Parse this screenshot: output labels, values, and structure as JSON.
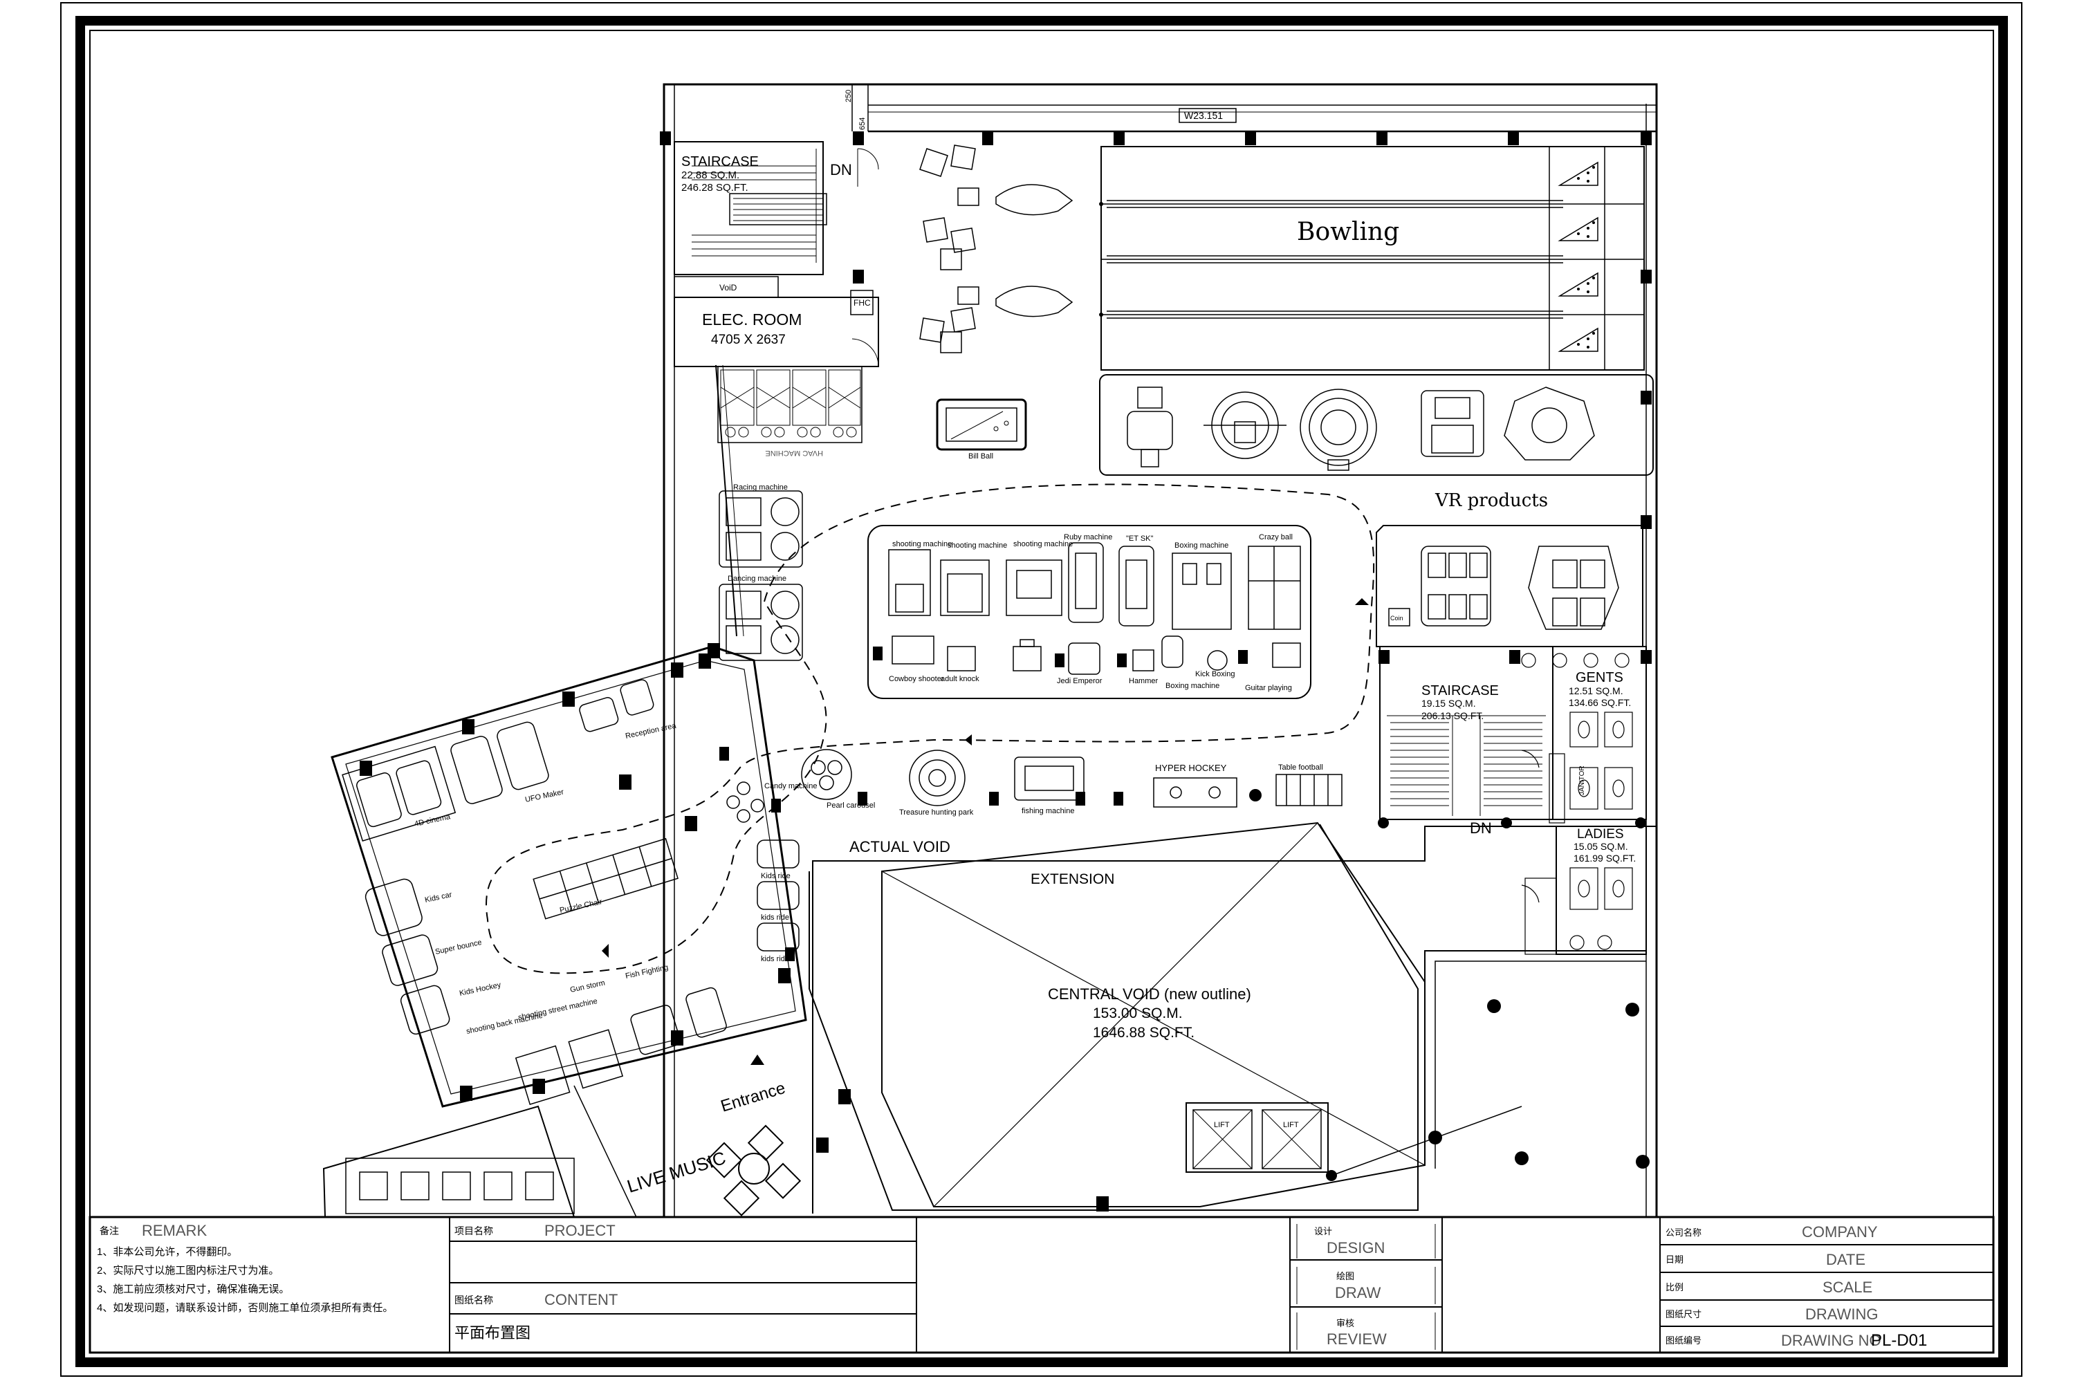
{
  "rooms": {
    "staircase_top": {
      "name": "STAIRCASE",
      "area_m": "22.88 SQ.M.",
      "area_ft": "246.28 SQ.FT.",
      "dn": "DN"
    },
    "void_small": "VoiD",
    "fhc": "FHC",
    "elec_room": {
      "name": "ELEC. ROOM",
      "size": "4705 X 2637"
    },
    "bowling": "Bowling",
    "vr_products": "VR products",
    "staircase_mid": {
      "name": "STAIRCASE",
      "area_m": "19.15 SQ.M.",
      "area_ft": "206.13 SQ.FT.",
      "dn": "DN"
    },
    "gents": {
      "name": "GENTS",
      "area_m": "12.51 SQ.M.",
      "area_ft": "134.66 SQ.FT."
    },
    "ladies": {
      "name": "LADIES",
      "area_m": "15.05 SQ.M.",
      "area_ft": "161.99 SQ.FT."
    },
    "janitor": "JANITOR",
    "actual_void": "ACTUAL VOID",
    "extension": "EXTENSION",
    "central_void": {
      "name": "CENTRAL VOID (new outline)",
      "area_m": "153.00 SQ.M.",
      "area_ft": "1646.88 SQ.FT."
    },
    "entrance": "Entrance",
    "live_music": "LIVE MUSIC",
    "lift_1": "LIFT",
    "lift_2": "LIFT"
  },
  "dimensions": {
    "w_top": "W23.151",
    "d1": "250",
    "d2": "654"
  },
  "machines": {
    "pool": "Bill Ball",
    "hvac": "HVAC MACHINE",
    "racing_1": "Racing machine",
    "racing_2": "Dancing machine",
    "shooting_1": "shooting machine",
    "shooting_2": "shooting machine",
    "shooting_3": "shooting machine",
    "ruby": "Ruby machine",
    "et_sk": "\"ET SK\"",
    "boxing_dr": "Boxing machine",
    "crazy_ball": "Crazy ball",
    "cowboy": "Cowboy shooter",
    "adult_knock": "adult knock",
    "jedi": "Jedi Emperor",
    "hammer": "Hammer",
    "boxing": "Boxing machine",
    "kick_boxing": "Kick Boxing",
    "guitar": "Guitar playing",
    "coin": "Coin",
    "reception": "Reception area",
    "cinema": "4D cinema",
    "ufo": "UFO Maker",
    "candy": "Candy machine",
    "pearl": "Pearl carousel",
    "treasure": "Treasure hunting park",
    "fishing": "fishing machine",
    "hyper_hockey": "HYPER HOCKEY",
    "table_football": "Table football",
    "kids_ride_1": "Kids ride",
    "kids_ride_2": "kids ride",
    "kids_ride_3": "kids ride",
    "kids_car": "Kids car",
    "super_bounce": "Super bounce",
    "kids_hockey": "Kids Hockey",
    "puzzle_chair": "Puzzle Chair",
    "shooting_back": "shooting back machine",
    "shooting_street": "shooting street machine",
    "gun_storm": "Gun storm",
    "fish_fighting": "Fish Fighting"
  },
  "title_block": {
    "remark_cn": "备注",
    "remark_en": "REMARK",
    "notes": [
      "1、非本公司允许，不得翻印。",
      "2、实际尺寸以施工图内标注尺寸为准。",
      "3、施工前应须核对尺寸，确保准确无误。",
      "4、如发现问题，请联系设计師，否则施工单位须承担所有责任。"
    ],
    "project_cn": "项目名称",
    "project_en": "PROJECT",
    "content_cn": "图纸名称",
    "content_en": "CONTENT",
    "content_value": "平面布置图",
    "design_cn": "设计",
    "design_en": "DESIGN",
    "draw_cn": "绘图",
    "draw_en": "DRAW",
    "review_cn": "审核",
    "review_en": "REVIEW",
    "company_cn": "公司名称",
    "company_en": "COMPANY",
    "date_cn": "日期",
    "date_en": "DATE",
    "scale_cn": "比例",
    "scale_en": "SCALE",
    "size_cn": "图纸尺寸",
    "size_en": "DRAWING",
    "no_cn": "图纸编号",
    "no_en": "DRAWING NO",
    "no_value": "PL-D01"
  }
}
